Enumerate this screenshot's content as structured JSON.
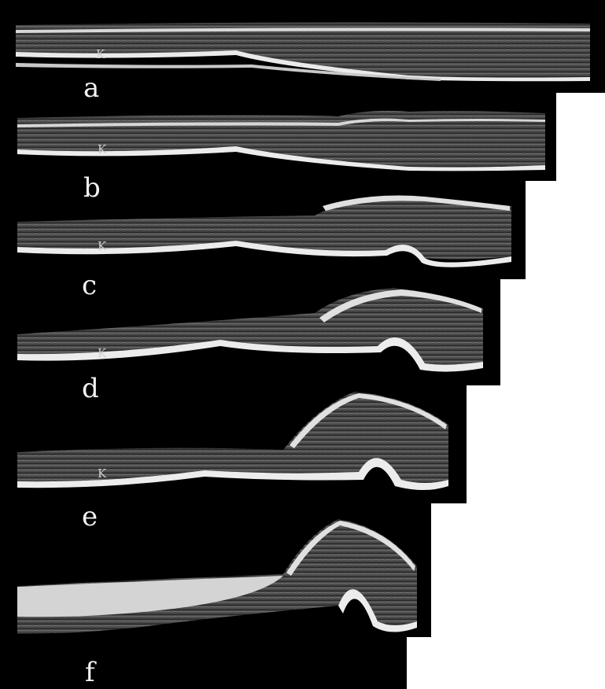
{
  "figure": {
    "panels": [
      {
        "id": "a",
        "label": "a",
        "marker": "K"
      },
      {
        "id": "b",
        "label": "b",
        "marker": "K"
      },
      {
        "id": "c",
        "label": "c",
        "marker": "K"
      },
      {
        "id": "d",
        "label": "d",
        "marker": "K"
      },
      {
        "id": "e",
        "label": "e",
        "marker": "K"
      },
      {
        "id": "f",
        "label": "f",
        "marker": ""
      }
    ]
  }
}
